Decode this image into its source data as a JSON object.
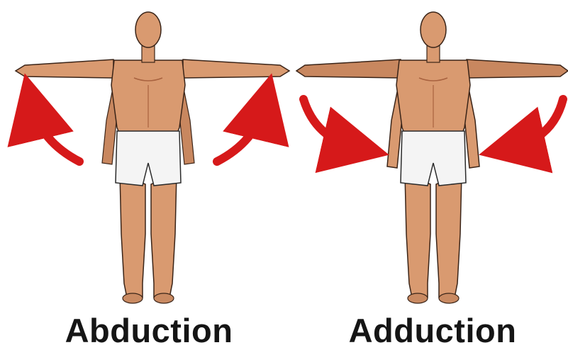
{
  "panels": [
    {
      "caption": "Abduction",
      "arrow_direction": "up-and-out"
    },
    {
      "caption": "Adduction",
      "arrow_direction": "down-and-in"
    }
  ],
  "colors": {
    "skin": "#d99a70",
    "skin_shadow": "#a8623f",
    "outline": "#3a2418",
    "shorts": "#f4f4f4",
    "arrow": "#d6191a",
    "text": "#151515",
    "background": "#ffffff"
  }
}
